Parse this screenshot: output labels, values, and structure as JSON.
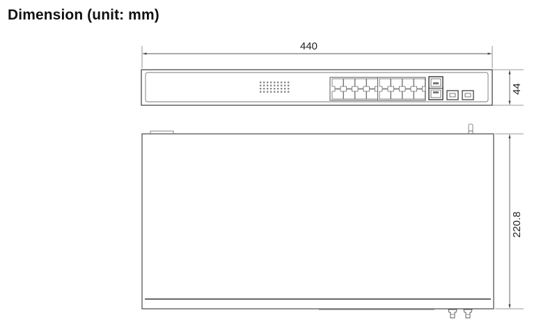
{
  "title": "Dimension (unit: mm)",
  "drawing": {
    "front_view": {
      "width_label": "440",
      "height_label": "44",
      "rj45_ports": 16,
      "uplink_ports": 2,
      "sfp_ports": 2
    },
    "top_view": {
      "depth_label": "220.8"
    }
  },
  "colors": {
    "line": "#555555",
    "text": "#222222"
  }
}
